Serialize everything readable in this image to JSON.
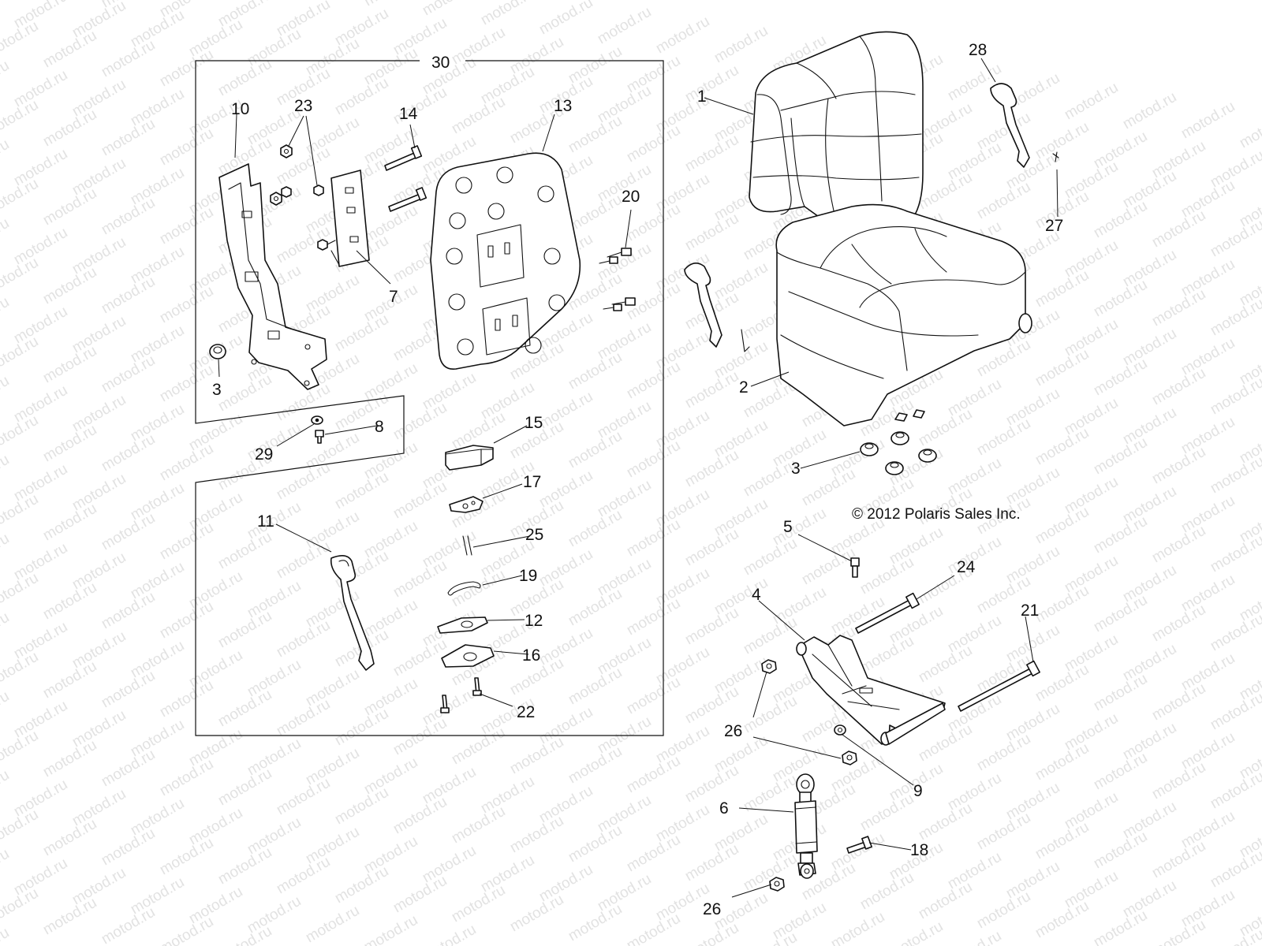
{
  "watermark": "motod.ru",
  "copyright": "© 2012 Polaris Sales Inc.",
  "group_label": "30",
  "callouts": {
    "c1": "1",
    "c2": "2",
    "c3a": "3",
    "c3b": "3",
    "c4": "4",
    "c5": "5",
    "c6": "6",
    "c7": "7",
    "c8": "8",
    "c9": "9",
    "c10": "10",
    "c11": "11",
    "c12": "12",
    "c13": "13",
    "c14": "14",
    "c15": "15",
    "c16": "16",
    "c17": "17",
    "c18": "18",
    "c19": "19",
    "c20": "20",
    "c21": "21",
    "c22": "22",
    "c23": "23",
    "c24": "24",
    "c25": "25",
    "c26a": "26",
    "c26b": "26",
    "c27": "27",
    "c28": "28",
    "c29": "29"
  }
}
